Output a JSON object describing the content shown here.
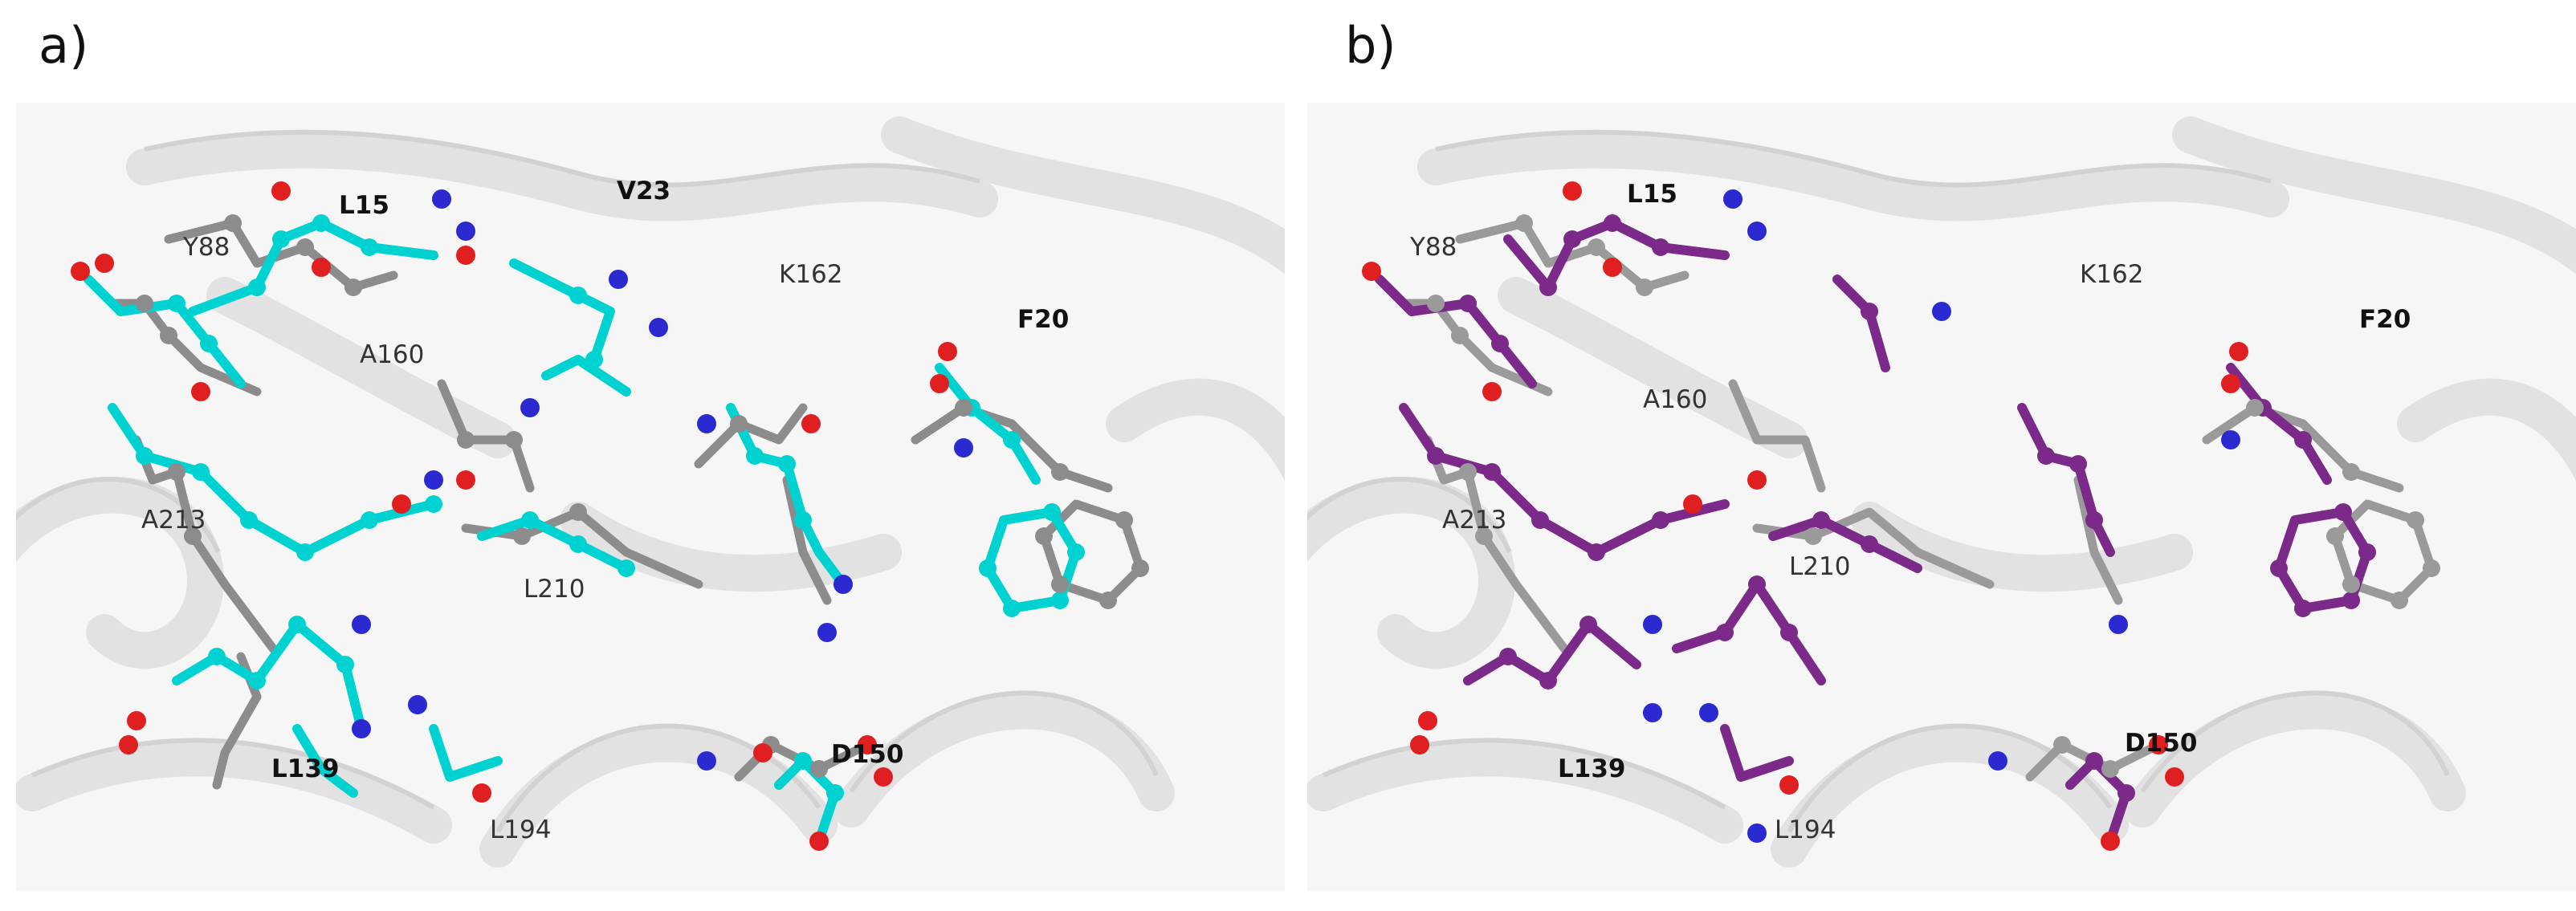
{
  "panels": [
    {
      "letter": "a)",
      "mutant_color": "#00d2d2",
      "reference_color": "#8c8c8c",
      "labels": {
        "L15": "L15",
        "V23": "V23",
        "Y88": "Y88",
        "K162": "K162",
        "F20": "F20",
        "A160": "A160",
        "A213": "A213",
        "L210": "L210",
        "L139": "L139",
        "D150": "D150",
        "L194": "L194"
      }
    },
    {
      "letter": "b)",
      "mutant_color": "#7b2a8a",
      "reference_color": "#9a9a9a",
      "labels": {
        "L15": "L15",
        "Y88": "Y88",
        "K162": "K162",
        "F20": "F20",
        "A160": "A160",
        "A213": "A213",
        "L210": "L210",
        "L139": "L139",
        "D150": "D150",
        "L194": "L194"
      }
    }
  ]
}
